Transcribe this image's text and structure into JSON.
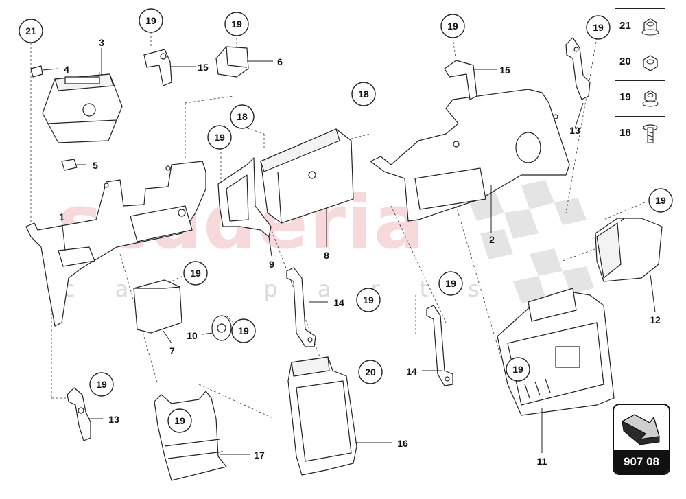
{
  "watermark": {
    "brand": "scuderia",
    "sub": "car parts"
  },
  "colors": {
    "line": "#222222",
    "watermark_red": "#f2b9bf",
    "watermark_grey": "#d6d6d6"
  },
  "callouts": [
    {
      "id": "c21",
      "label": "21"
    },
    {
      "id": "c19a",
      "label": "19"
    },
    {
      "id": "c19b",
      "label": "19"
    },
    {
      "id": "c19c",
      "label": "19"
    },
    {
      "id": "c19d",
      "label": "19"
    },
    {
      "id": "c18a",
      "label": "18"
    },
    {
      "id": "c18b",
      "label": "18"
    },
    {
      "id": "c19e",
      "label": "19"
    },
    {
      "id": "c19f",
      "label": "19"
    },
    {
      "id": "c19g",
      "label": "19"
    },
    {
      "id": "c19h",
      "label": "19"
    },
    {
      "id": "c19i",
      "label": "19"
    },
    {
      "id": "c19j",
      "label": "19"
    },
    {
      "id": "c19k",
      "label": "19"
    },
    {
      "id": "c19l",
      "label": "19"
    },
    {
      "id": "c19m",
      "label": "19"
    },
    {
      "id": "c20",
      "label": "20"
    }
  ],
  "labels": [
    {
      "id": "l3",
      "text": "3"
    },
    {
      "id": "l4",
      "text": "4"
    },
    {
      "id": "l15a",
      "text": "15"
    },
    {
      "id": "l6",
      "text": "6"
    },
    {
      "id": "l15b",
      "text": "15"
    },
    {
      "id": "l13a",
      "text": "13"
    },
    {
      "id": "l5",
      "text": "5"
    },
    {
      "id": "l1",
      "text": "1"
    },
    {
      "id": "l9",
      "text": "9"
    },
    {
      "id": "l8",
      "text": "8"
    },
    {
      "id": "l2",
      "text": "2"
    },
    {
      "id": "l12",
      "text": "12"
    },
    {
      "id": "l7",
      "text": "7"
    },
    {
      "id": "l10",
      "text": "10"
    },
    {
      "id": "l14a",
      "text": "14"
    },
    {
      "id": "l14b",
      "text": "14"
    },
    {
      "id": "l13b",
      "text": "13"
    },
    {
      "id": "l17",
      "text": "17"
    },
    {
      "id": "l16",
      "text": "16"
    },
    {
      "id": "l11",
      "text": "11"
    }
  ],
  "legend": [
    {
      "number": "21",
      "icon": "flange-nut-icon"
    },
    {
      "number": "20",
      "icon": "hex-nut-icon"
    },
    {
      "number": "19",
      "icon": "collar-nut-icon"
    },
    {
      "number": "18",
      "icon": "screw-icon"
    }
  ],
  "page_ref": {
    "number": "907 08",
    "icon": "next-page-arrow-icon"
  }
}
